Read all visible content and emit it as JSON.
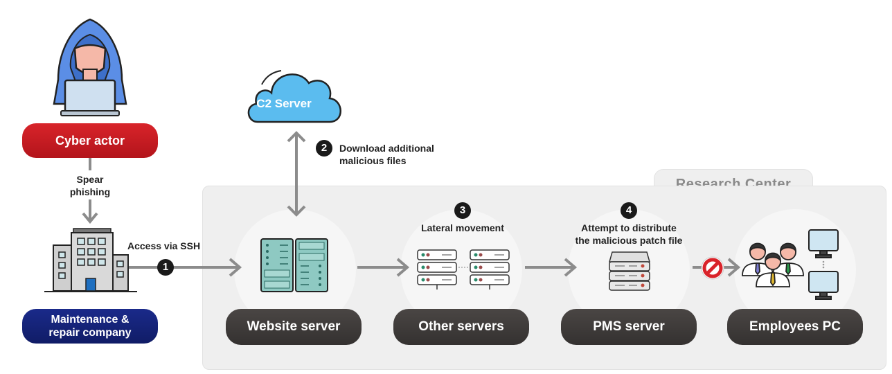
{
  "actor": {
    "label": "Cyber actor",
    "icon": "hacker-icon"
  },
  "vector": {
    "label_line1": "Spear",
    "label_line2": "phishing"
  },
  "company": {
    "label_line1": "Maintenance &",
    "label_line2": "repair company",
    "icon": "building-icon"
  },
  "c2": {
    "label": "C2 Server",
    "icon": "cloud-icon"
  },
  "steps": [
    {
      "number": "1",
      "text": "Access via SSH"
    },
    {
      "number": "2",
      "text_line1": "Download additional",
      "text_line2": "malicious files"
    },
    {
      "number": "3",
      "text": "Lateral movement"
    },
    {
      "number": "4",
      "text_line1": "Attempt to distribute",
      "text_line2": "the malicious patch file"
    }
  ],
  "zone": {
    "title": "Research Center"
  },
  "nodes": [
    {
      "label": "Website server",
      "icon": "server-rack-icon"
    },
    {
      "label": "Other servers",
      "icon": "server-cluster-icon"
    },
    {
      "label": "PMS server",
      "icon": "server-stack-icon"
    },
    {
      "label": "Employees PC",
      "icon": "employees-icon"
    }
  ],
  "blocked": {
    "icon": "blocked-icon",
    "color": "#d9232a"
  },
  "colors": {
    "actor": "#c8181f",
    "company": "#14207a",
    "node": "#3d3937",
    "arrow": "#8c8c8c",
    "cloud": "#5bbcef"
  }
}
